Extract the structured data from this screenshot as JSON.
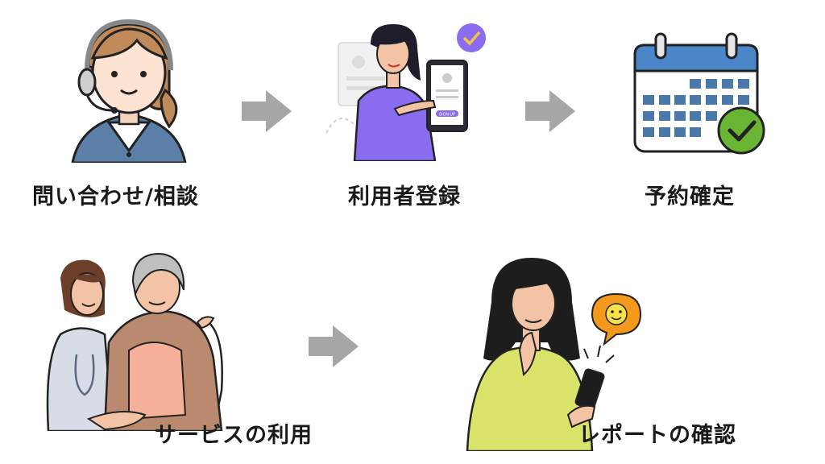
{
  "steps": [
    {
      "label": "問い合わせ/相談",
      "icon": "operator-headset-icon"
    },
    {
      "label": "利用者登録",
      "icon": "signup-phone-icon"
    },
    {
      "label": "予約確定",
      "icon": "calendar-check-icon"
    },
    {
      "label": "サービスの利用",
      "icon": "caregiver-elderly-icon"
    },
    {
      "label": "レポートの確認",
      "icon": "woman-smartphone-icon"
    }
  ],
  "signup_badge": "SIGN UP",
  "colors": {
    "arrow": "#a6a6a6",
    "calendar_blue": "#4a86c8",
    "check_green": "#6bb534",
    "purple": "#8a6cf0",
    "yellow": "#d9e36a",
    "orange": "#f39a1c"
  }
}
